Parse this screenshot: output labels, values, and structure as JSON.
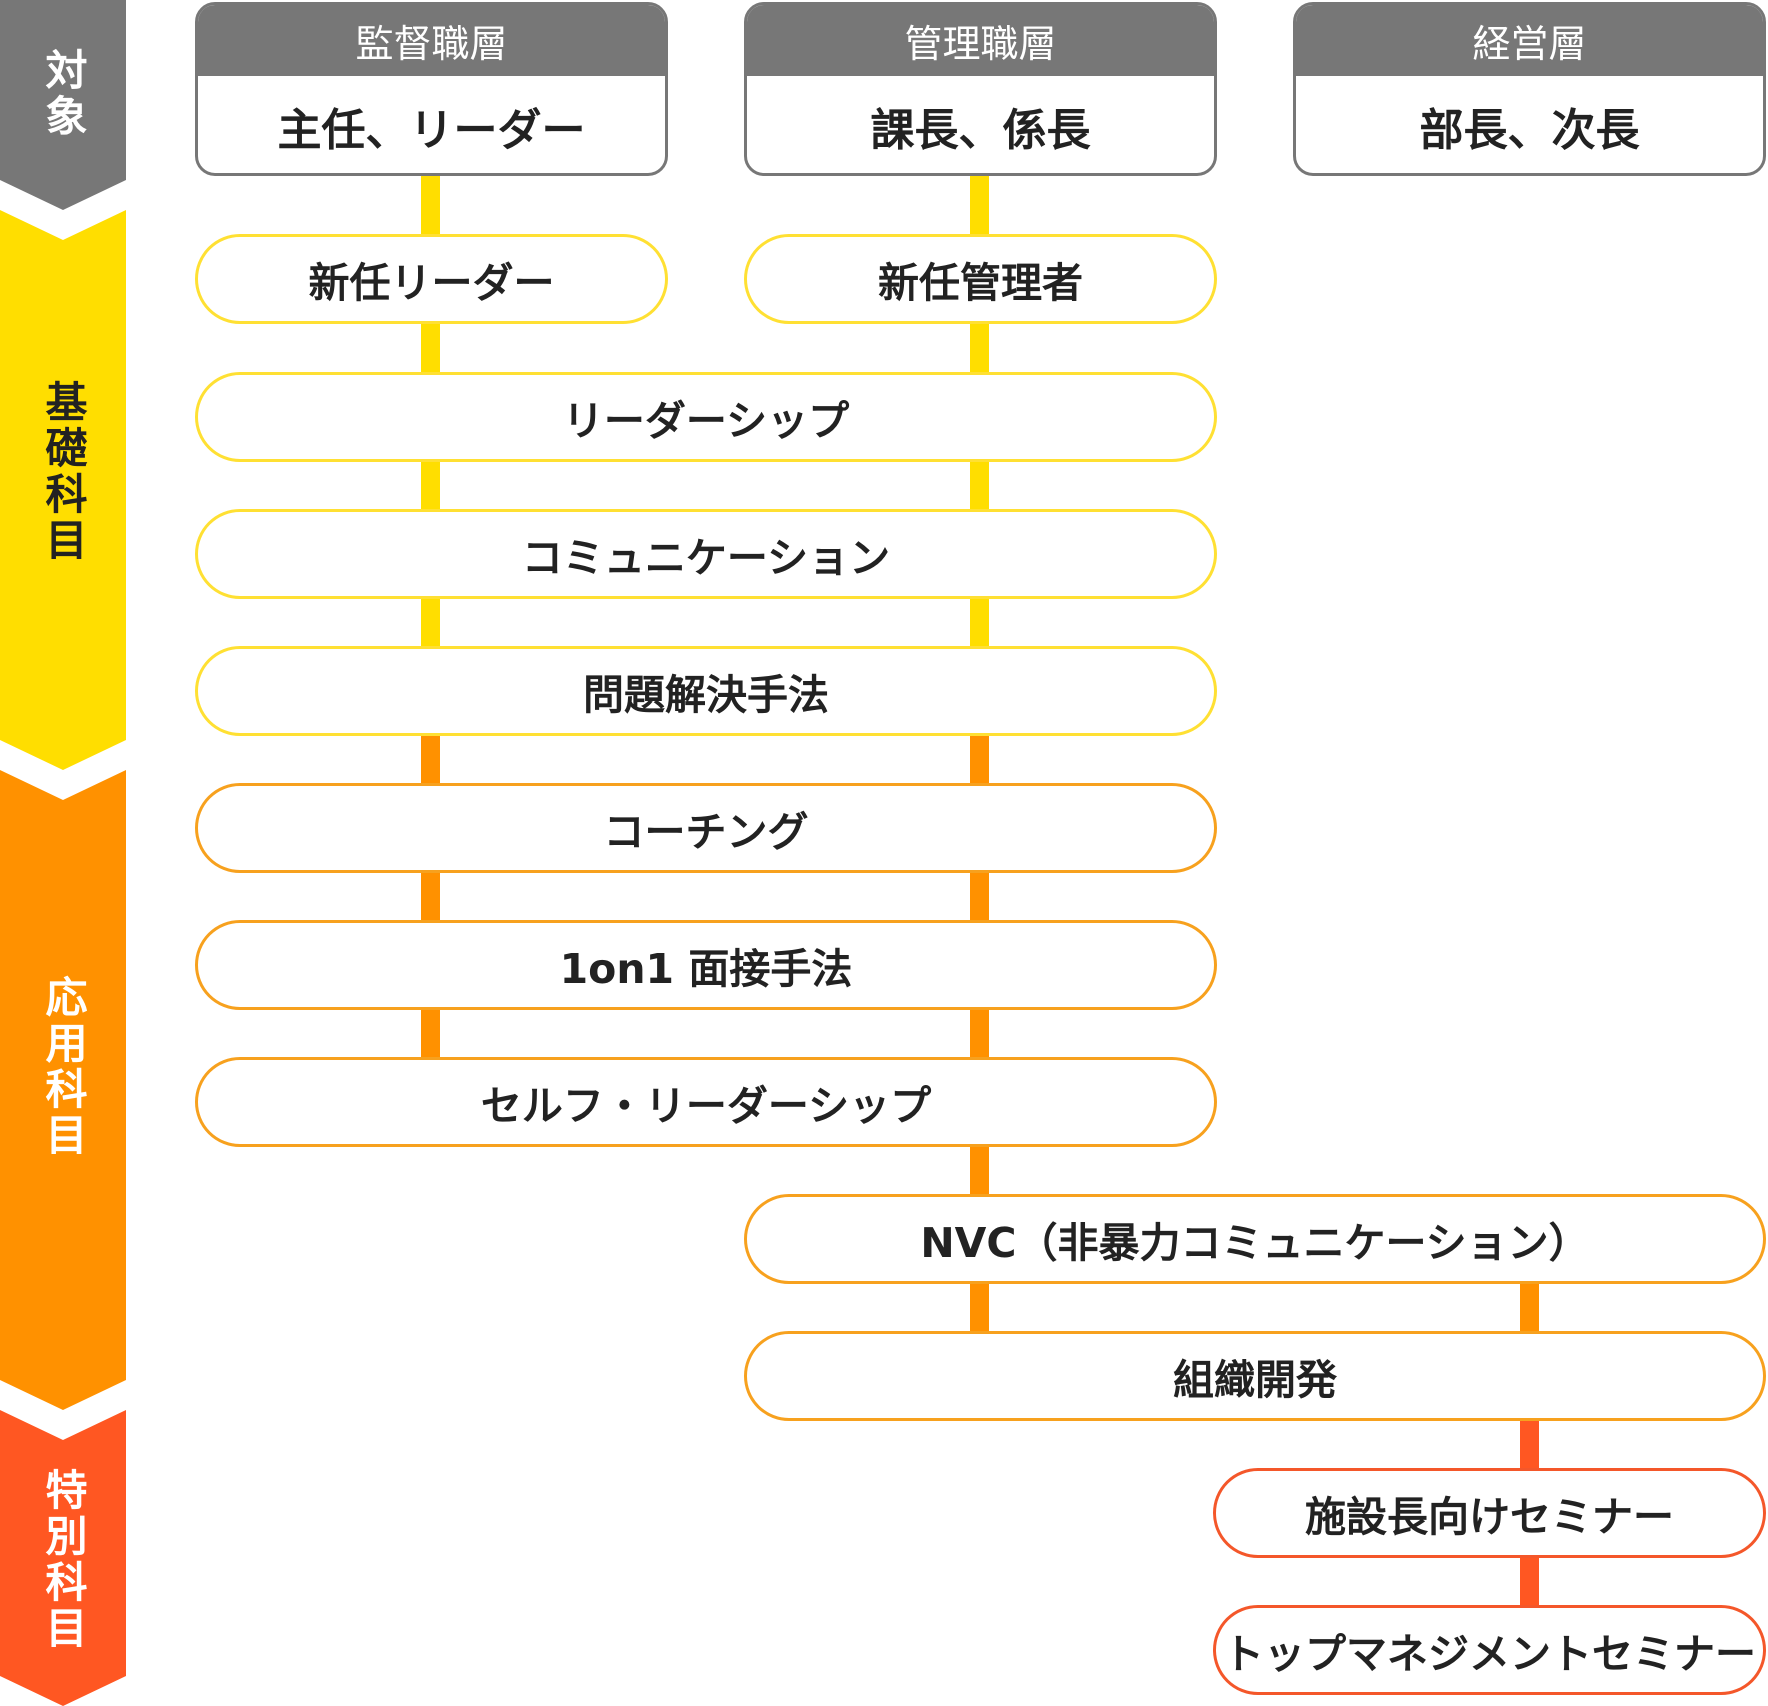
{
  "colors": {
    "gray": "#777777",
    "basic": "#ffde00",
    "applied": "#ff9100",
    "special": "#ff5722",
    "basic_border": "#ffe033",
    "applied_border": "#f7a11e",
    "special_border": "#f4572a"
  },
  "band": {
    "target": "対象",
    "basic": "基礎科目",
    "applied": "応用科目",
    "special": "特別科目"
  },
  "headers": [
    {
      "level": "監督職層",
      "roles": "主任、リーダー"
    },
    {
      "level": "管理職層",
      "roles": "課長、係長"
    },
    {
      "level": "経営層",
      "roles": "部長、次長"
    }
  ],
  "courses": {
    "new_leader": "新任リーダー",
    "new_manager": "新任管理者",
    "leadership": "リーダーシップ",
    "communication": "コミュニケーション",
    "problem_solving": "問題解決手法",
    "coaching": "コーチング",
    "one_on_one": "1on1 面接手法",
    "self_leadership": "セルフ・リーダーシップ",
    "nvc": "NVC（非暴力コミュニケーション）",
    "org_dev": "組織開発",
    "facility_seminar": "施設長向けセミナー",
    "top_seminar": "トップマネジメントセミナー"
  }
}
